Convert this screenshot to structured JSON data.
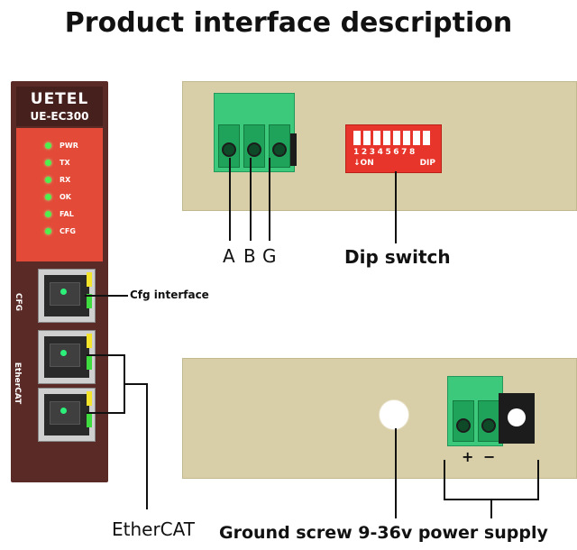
{
  "title": "Product interface description",
  "device": {
    "brand": "UETEL",
    "model": "UE-EC300",
    "leds": [
      "PWR",
      "TX",
      "RX",
      "OK",
      "FAL",
      "CFG"
    ],
    "cfg_port_label": "CFG",
    "ethercat_port_label": "EtherCAT"
  },
  "labels": {
    "cfg_interface": "Cfg interface",
    "ethercat": "EtherCAT",
    "terminal_a": "A",
    "terminal_b": "B",
    "terminal_g": "G",
    "dip_switch": "Dip switch",
    "power_caption": "Ground screw 9-36v power supply",
    "plus": "+",
    "minus": "−"
  },
  "dip": {
    "numbers": "12345678",
    "on_label": "↓ON",
    "dip_label": "DIP"
  },
  "colors": {
    "panel": "#d8cfa9",
    "terminal_green": "#3cc97b",
    "dip_red": "#e8352b",
    "device_brown": "#5a2a26",
    "device_red": "#e34a37"
  }
}
